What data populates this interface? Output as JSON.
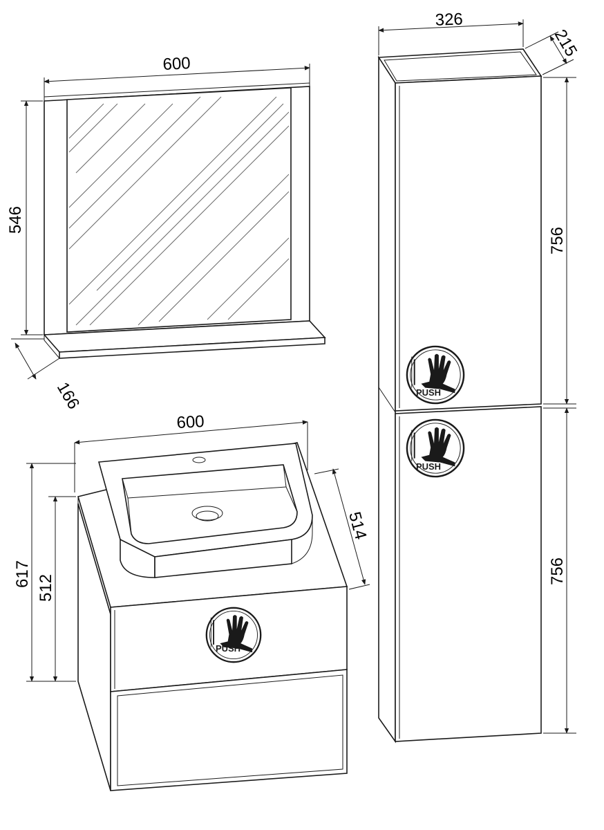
{
  "mirror": {
    "width": "600",
    "height": "546",
    "depth": "166"
  },
  "vanity": {
    "width": "600",
    "total_height": "617",
    "cabinet_height": "512",
    "depth": "514"
  },
  "tall_cabinet": {
    "width": "326",
    "depth": "215",
    "upper_door_height": "756",
    "lower_door_height": "756"
  },
  "push_label": "PUSH"
}
